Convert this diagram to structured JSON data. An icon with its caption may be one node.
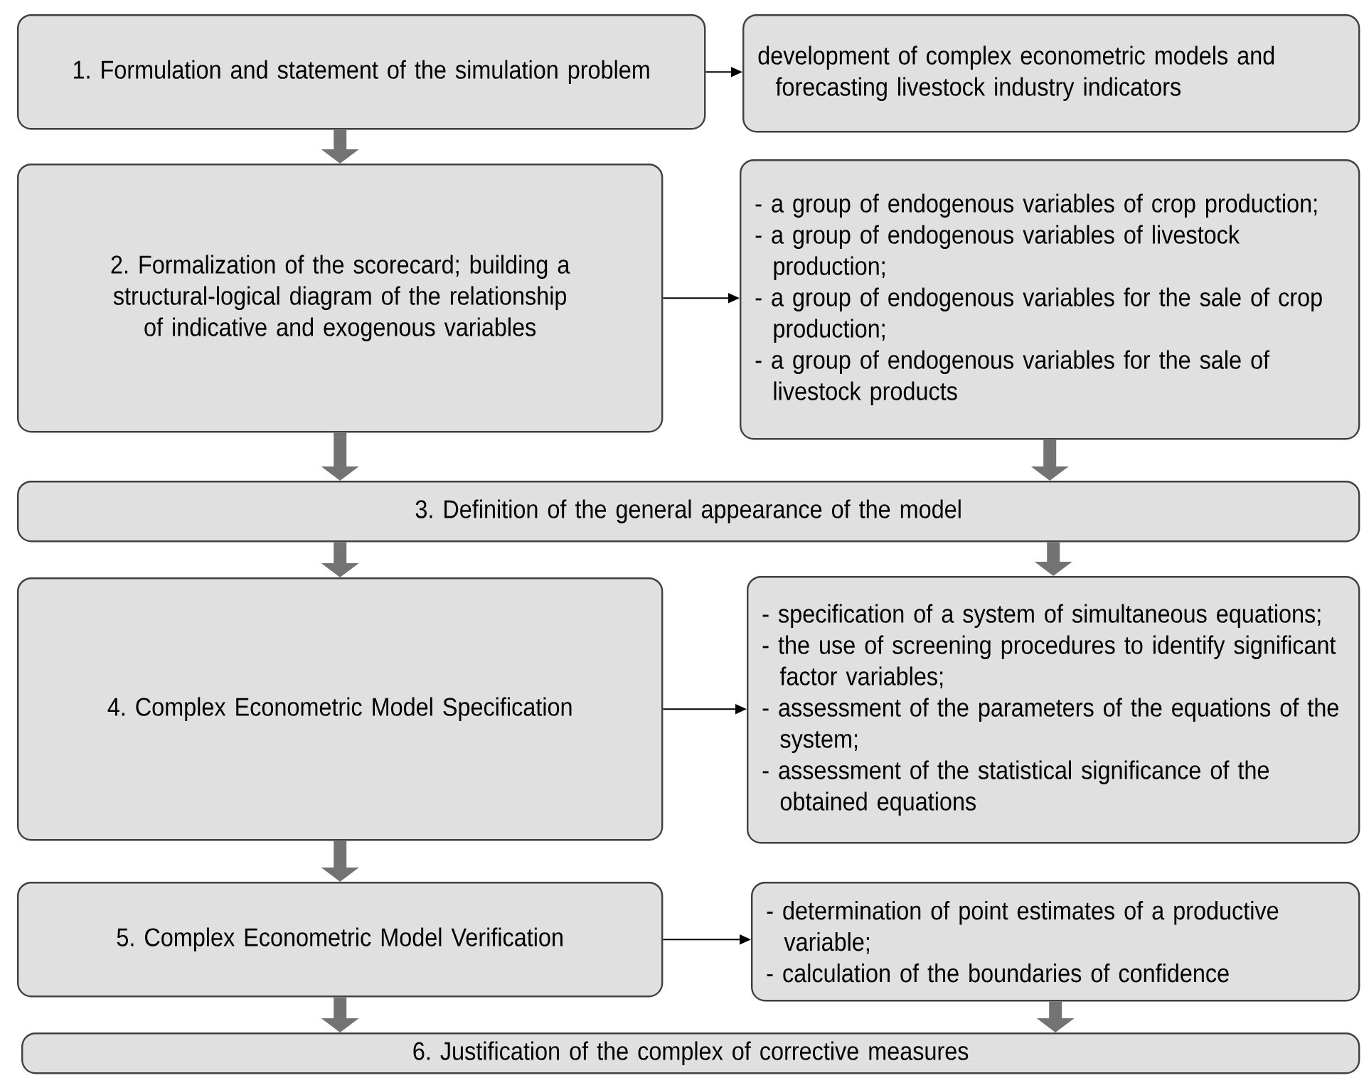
{
  "diagram": {
    "nodes": [
      {
        "text": [
          "1. Formulation and statement of the simulation problem"
        ]
      },
      {
        "text": [
          "development of complex econometric models and forecasting livestock industry indicators"
        ]
      },
      {
        "text": [
          "2. Formalization of the scorecard; building a structural-logical diagram of the relationship of indicative and exogenous variables"
        ]
      },
      {
        "text": [
          "- a group of endogenous variables of crop production;",
          "- a group of endogenous variables of livestock production;",
          "- a group of endogenous variables for the sale of crop production;",
          "- a group of endogenous variables for the sale of livestock products"
        ]
      },
      {
        "text": [
          "3. Definition of the general appearance of the model"
        ]
      },
      {
        "text": [
          "4. Complex Econometric Model Specification"
        ]
      },
      {
        "text": [
          "- specification of a system of simultaneous equations;",
          "- the use of screening procedures to identify significant factor variables;",
          "- assessment of the parameters of the equations of the system;",
          "- assessment of the statistical significance of the obtained equations"
        ]
      },
      {
        "text": [
          "5. Complex Econometric Model Verification"
        ]
      },
      {
        "text": [
          "- determination of point estimates of a productive variable;",
          "- calculation of the boundaries of confidence"
        ]
      },
      {
        "text": [
          "6. Justification of the complex of corrective measures"
        ]
      }
    ],
    "edges": [
      {
        "from": 0,
        "to": 1,
        "arrow": "to",
        "color": "#000000"
      },
      {
        "from": 0,
        "to": 2,
        "arrow": "to"
      },
      {
        "from": 2,
        "to": 3,
        "arrow": "to",
        "color": "#000000"
      },
      {
        "from": 2,
        "to": 4,
        "arrow": "to"
      },
      {
        "from": 3,
        "to": 4,
        "arrow": "to"
      },
      {
        "from": 4,
        "to": 5,
        "arrow": "to"
      },
      {
        "from": 4,
        "to": 6,
        "arrow": "to"
      },
      {
        "from": 5,
        "to": 6,
        "arrow": "to",
        "color": "#000000"
      },
      {
        "from": 5,
        "to": 7,
        "arrow": "to"
      },
      {
        "from": 7,
        "to": 8,
        "arrow": "to",
        "color": "#000000"
      },
      {
        "from": 7,
        "to": 9,
        "arrow": "to"
      },
      {
        "from": 8,
        "to": 9,
        "arrow": "to"
      }
    ]
  }
}
